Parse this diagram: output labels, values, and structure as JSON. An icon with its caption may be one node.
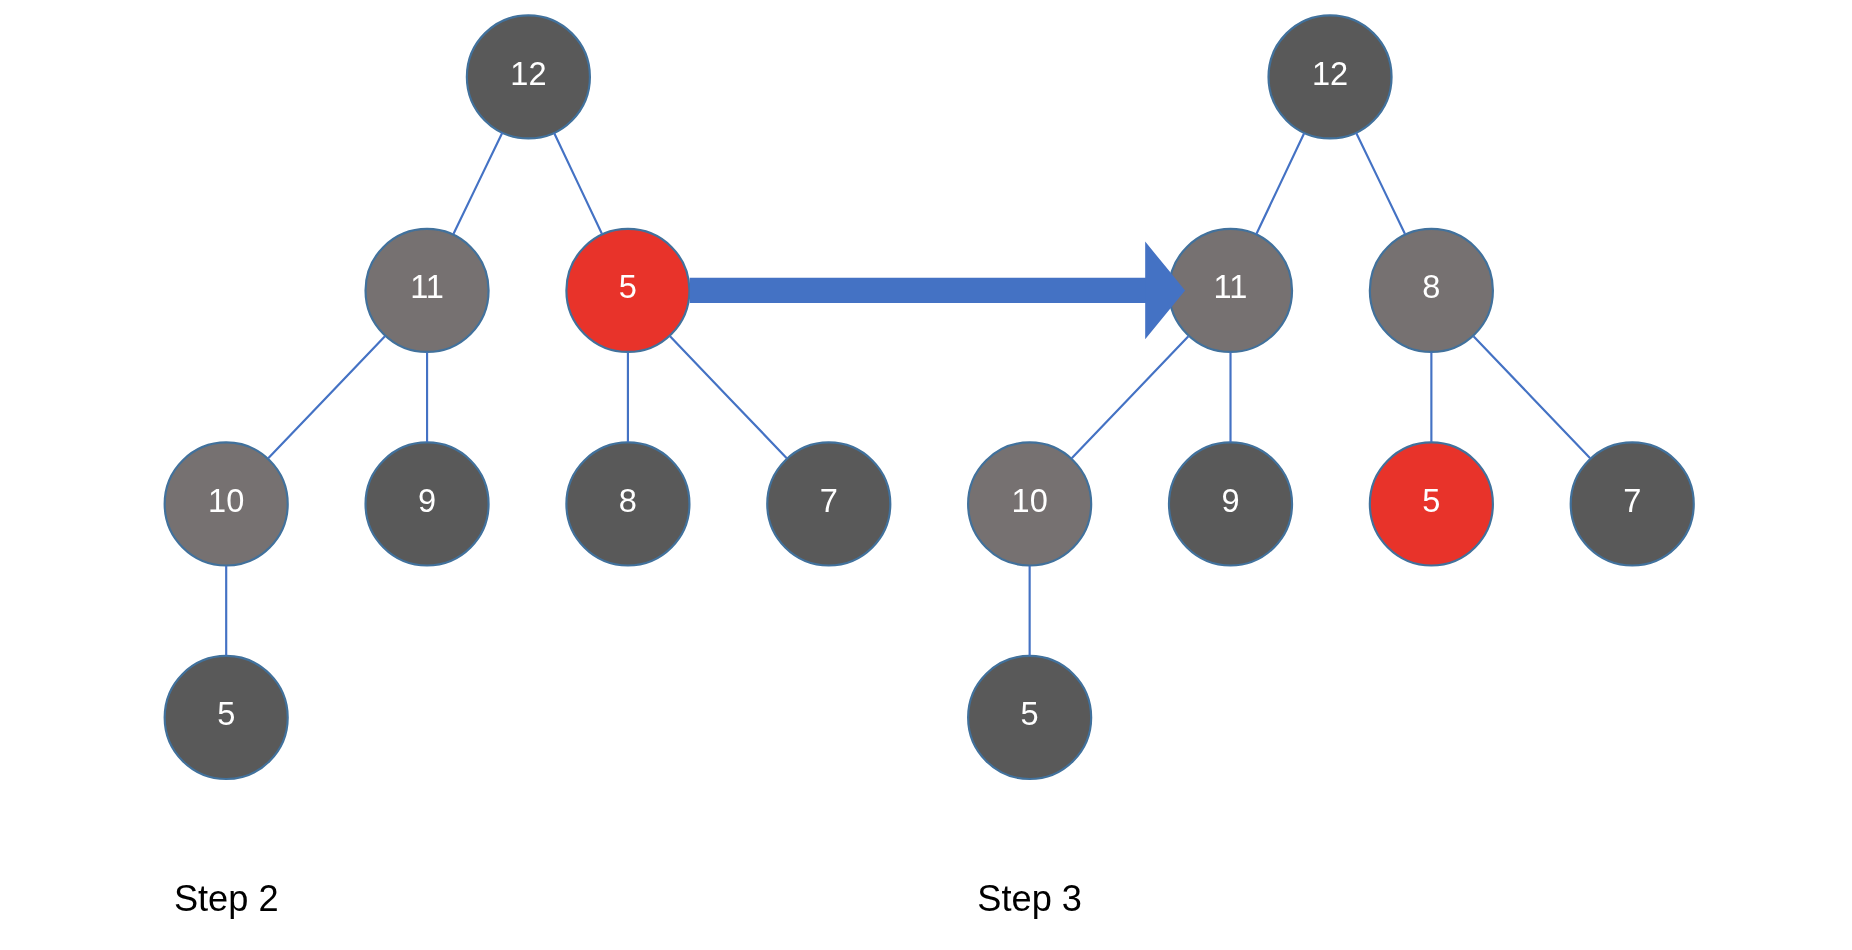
{
  "diagram": {
    "nodes": [
      {
        "text": [
          "12"
        ]
      },
      {
        "text": [
          "11"
        ]
      },
      {
        "text": [
          "5"
        ]
      },
      {
        "text": [
          "10"
        ]
      },
      {
        "text": [
          "9"
        ]
      },
      {
        "text": [
          "8"
        ]
      },
      {
        "text": [
          "7"
        ]
      },
      {
        "text": [
          "5"
        ]
      },
      {
        "text": [
          "12"
        ]
      },
      {
        "text": [
          "11"
        ]
      },
      {
        "text": [
          "8"
        ]
      },
      {
        "text": [
          "10"
        ]
      },
      {
        "text": [
          "9"
        ]
      },
      {
        "text": [
          "5"
        ]
      },
      {
        "text": [
          "7"
        ]
      },
      {
        "text": [
          "5"
        ]
      }
    ],
    "edges": [
      {
        "from": 0,
        "to": 1,
        "arrow": "none"
      },
      {
        "from": 0,
        "to": 2,
        "arrow": "none"
      },
      {
        "from": 1,
        "to": 3,
        "arrow": "none"
      },
      {
        "from": 1,
        "to": 4,
        "arrow": "none"
      },
      {
        "from": 2,
        "to": 5,
        "arrow": "none"
      },
      {
        "from": 2,
        "to": 6,
        "arrow": "none"
      },
      {
        "from": 3,
        "to": 7,
        "arrow": "none"
      },
      {
        "from": 8,
        "to": 9,
        "arrow": "none"
      },
      {
        "from": 8,
        "to": 10,
        "arrow": "none"
      },
      {
        "from": 9,
        "to": 11,
        "arrow": "none"
      },
      {
        "from": 9,
        "to": 12,
        "arrow": "none"
      },
      {
        "from": 10,
        "to": 13,
        "arrow": "none"
      },
      {
        "from": 10,
        "to": 14,
        "arrow": "none"
      },
      {
        "from": 11,
        "to": 15,
        "arrow": "none"
      },
      {
        "from": 2,
        "to": 9,
        "arrow": "to",
        "style": "thick"
      }
    ],
    "labels": [
      "Step 2",
      "Step 3"
    ]
  }
}
